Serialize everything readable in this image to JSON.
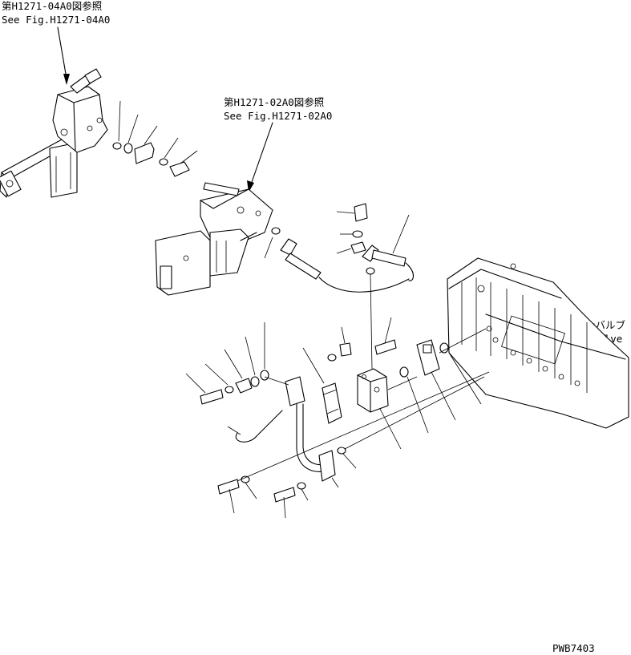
{
  "references": {
    "upper_ref_jp": "第H1271-04A0図参照",
    "upper_ref_en": "See Fig.H1271-04A0",
    "middle_ref_jp": "第H1271-02A0図参照",
    "middle_ref_en": "See Fig.H1271-02A0"
  },
  "main_valve": {
    "label_jp": "メインバルブ",
    "label_en": "Main Valve"
  },
  "drawing_code": "PWB7403"
}
